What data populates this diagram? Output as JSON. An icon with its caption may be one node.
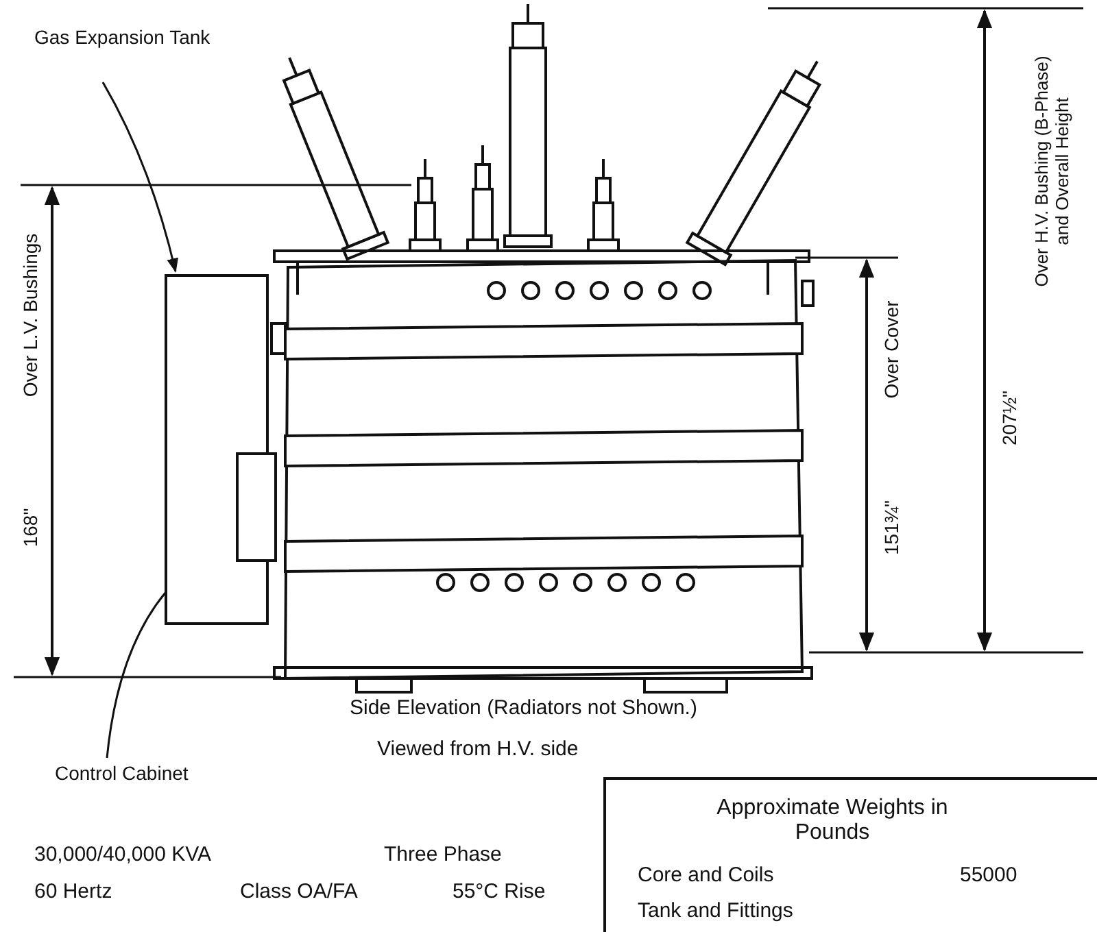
{
  "diagram": {
    "nodes": [
      {
        "text": [
          "Gas Expansion Tank"
        ]
      },
      {
        "text": [],
        "shape": "box"
      },
      {
        "text": [
          "Control Cabinet"
        ]
      },
      {
        "text": [],
        "shape": "box"
      },
      {
        "text": [
          "Approximate Weights in Pounds"
        ]
      }
    ],
    "edges": [
      {
        "from": 0,
        "to": 1,
        "arrow": "to"
      },
      {
        "from": 2,
        "to": 3,
        "arrow": "to"
      }
    ],
    "labels": [
      "Over L.V. Bushings",
      "168\"",
      "Over Cover",
      "151¾\"",
      "207½\"",
      "Over H.V. Bushing (B-Phase) and Overall Height",
      "Side Elevation (Radiators not Shown.)",
      "Viewed from H.V. side",
      "30,000/40,000 KVA",
      "Three Phase",
      "60 Hertz",
      "Class OA/FA",
      "55°C Rise",
      "Core and Coils",
      "55000",
      "Tank and Fittings"
    ]
  }
}
